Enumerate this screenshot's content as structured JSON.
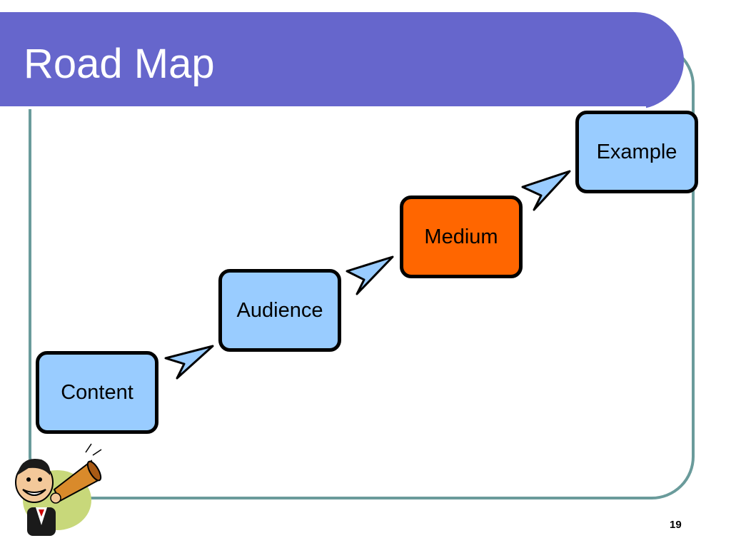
{
  "slide": {
    "title": "Road Map",
    "page_number": "19"
  },
  "steps": [
    {
      "label": "Content",
      "status": "inactive"
    },
    {
      "label": "Audience",
      "status": "inactive"
    },
    {
      "label": "Medium",
      "status": "current"
    },
    {
      "label": "Example",
      "status": "inactive"
    }
  ],
  "colors": {
    "title_bar": "#6666cc",
    "frame_border": "#6a9b9b",
    "step_fill": "#99ccff",
    "current_step_fill": "#ff6600",
    "arrow_fill": "#99ccff"
  },
  "icons": {
    "connector": "chevron-arrow-icon",
    "mascot": "man-with-megaphone-icon"
  }
}
